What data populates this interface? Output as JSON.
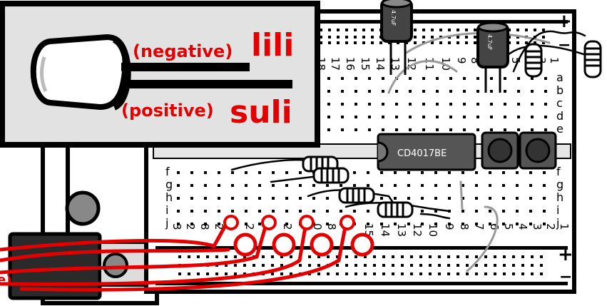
{
  "callout": {
    "negative_word": "(negative)",
    "negative_name": "lili",
    "positive_word": "(positive)",
    "positive_name": "suli"
  },
  "chip": {
    "label": "CD4017BE"
  },
  "capacitors": [
    {
      "label": "4.7uF"
    },
    {
      "label": "4.7uF"
    }
  ],
  "rail_signs": {
    "plus": "+",
    "minus": "−"
  },
  "edge_fragment": "e)",
  "colors": {
    "accent_red": "#e30000",
    "wire_gray": "#999999",
    "chip_gray": "#555555",
    "panel_gray": "#e2e2e2"
  },
  "icons": [
    "led-icon",
    "capacitor-icon",
    "resistor-icon",
    "push-button-icon",
    "ic-chip-icon",
    "battery-icon"
  ]
}
